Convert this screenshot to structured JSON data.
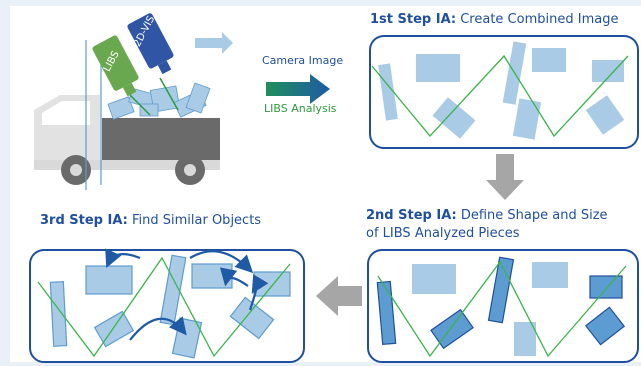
{
  "step1": {
    "bold": "1st Step IA:",
    "text": " Create Combined Image"
  },
  "step2": {
    "bold": "2nd Step IA:",
    "text": " Define Shape and Size",
    "line2": "of LIBS Analyzed Pieces"
  },
  "step3": {
    "bold": "3rd Step IA:",
    "text": " Find Similar Objects"
  },
  "flow": {
    "camera": "Camera Image",
    "libs": "LIBS Analysis"
  },
  "devices": {
    "libs": "LIBS",
    "vis": "2D-VIS"
  },
  "colors": {
    "navy": "#1f4f9e",
    "piece": "#a9cbe6",
    "piece_dark": "#5d9cd0",
    "line": "#39b54a",
    "arrow_gray": "#a6a6a6",
    "libs_green": "#6aa84f",
    "vis_blue": "#2f55a4",
    "libs_text": "#2e9a3e"
  }
}
